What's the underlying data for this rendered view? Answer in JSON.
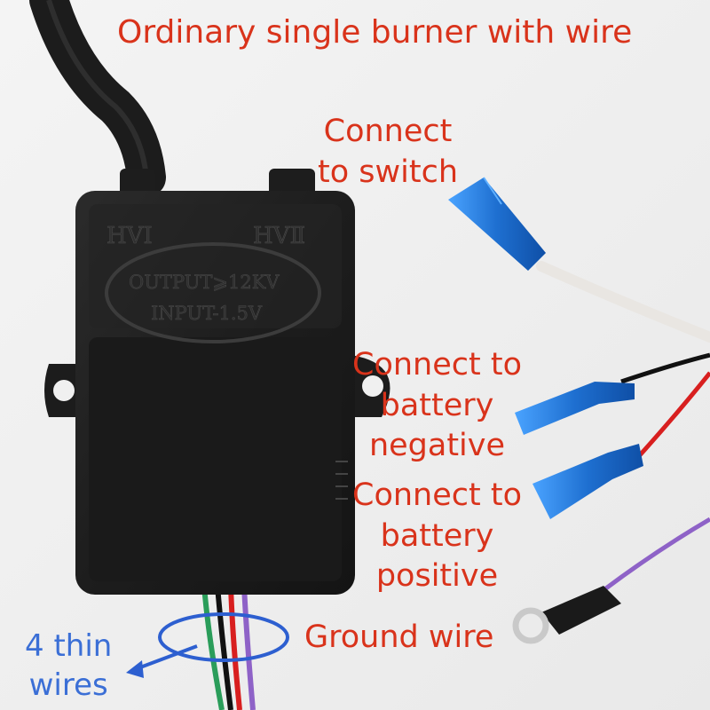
{
  "image": {
    "title": "Ordinary single burner with wire",
    "device_text": {
      "hv1": "HVI",
      "hv2": "HVⅡ",
      "output": "OUTPUT⩾12KV",
      "input": "INPUT-1.5V"
    },
    "labels": {
      "switch": [
        "Connect",
        "to switch"
      ],
      "battery_negative": [
        "Connect to",
        "battery",
        "negative"
      ],
      "battery_positive": [
        "Connect to",
        "battery",
        "positive"
      ],
      "ground": "Ground wire",
      "thin_wires": [
        "4 thin",
        "wires"
      ]
    },
    "colors": {
      "label_red": "#d9331b",
      "label_blue": "#3b6fd6",
      "device_body": "#1f1f1f",
      "terminal_blue": "#1e6fd0",
      "wire_white": "#e9e6e2",
      "wire_black": "#111111",
      "wire_red": "#d81f1f",
      "wire_purple": "#8e62c7",
      "wire_green": "#2a9d5a"
    }
  }
}
